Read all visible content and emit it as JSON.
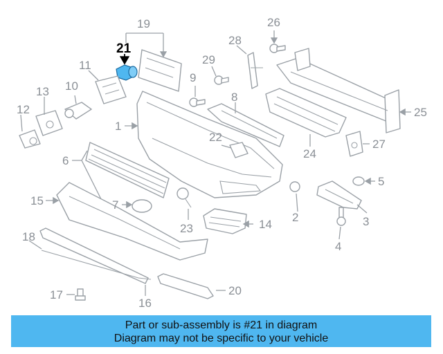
{
  "highlight": {
    "label": "21",
    "color": "#4fb7f0"
  },
  "callouts": [
    "1",
    "2",
    "3",
    "4",
    "5",
    "6",
    "7",
    "8",
    "9",
    "10",
    "11",
    "12",
    "13",
    "14",
    "15",
    "16",
    "17",
    "18",
    "19",
    "20",
    "22",
    "23",
    "24",
    "25",
    "26",
    "27",
    "28",
    "29"
  ],
  "banner": {
    "line1": "Part or sub-assembly is #21 in diagram",
    "line2": "Diagram may not be specific to your vehicle",
    "background": "#4fb7f0"
  }
}
